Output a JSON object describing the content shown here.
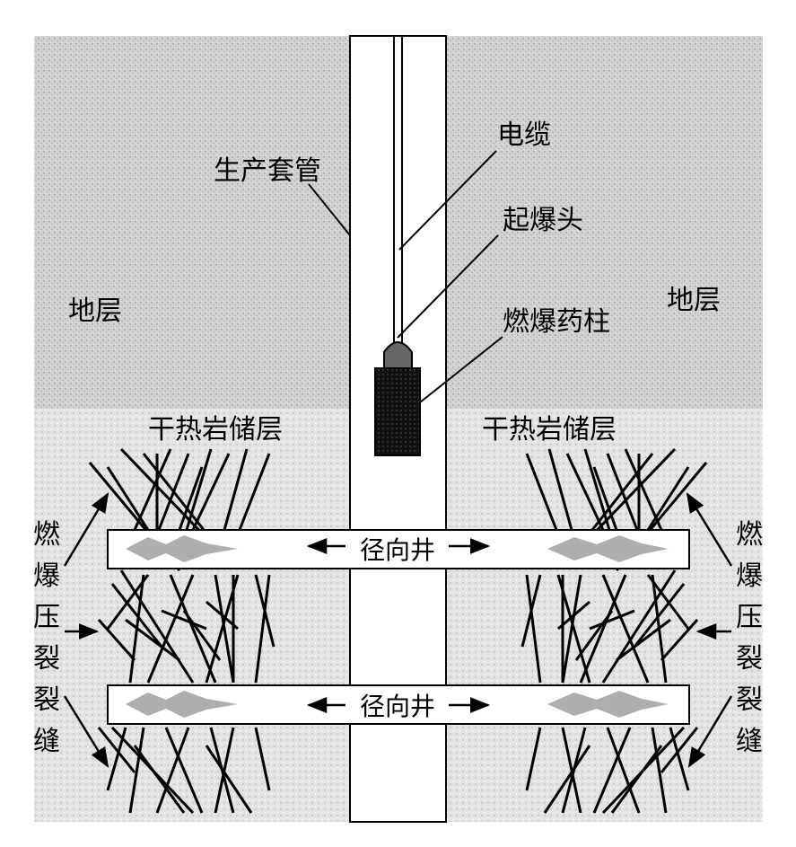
{
  "labels": {
    "cable": "电缆",
    "casing": "生产套管",
    "detonator": "起爆头",
    "charge": "燃爆药柱",
    "formation_left": "地层",
    "formation_right": "地层",
    "reservoir_left": "干热岩储层",
    "reservoir_right": "干热岩储层",
    "radial_well_upper": "径向井",
    "radial_well_lower": "径向井",
    "fracture_left_chars": [
      "燃",
      "爆",
      "压",
      "裂",
      "裂",
      "缝"
    ],
    "fracture_right_chars": [
      "燃",
      "爆",
      "压",
      "裂",
      "裂",
      "缝"
    ]
  },
  "colors": {
    "formation": "#cfcfcf",
    "reservoir": "#e4e4e4",
    "line": "#000000",
    "charge": "#111111",
    "detonator": "#555555"
  }
}
